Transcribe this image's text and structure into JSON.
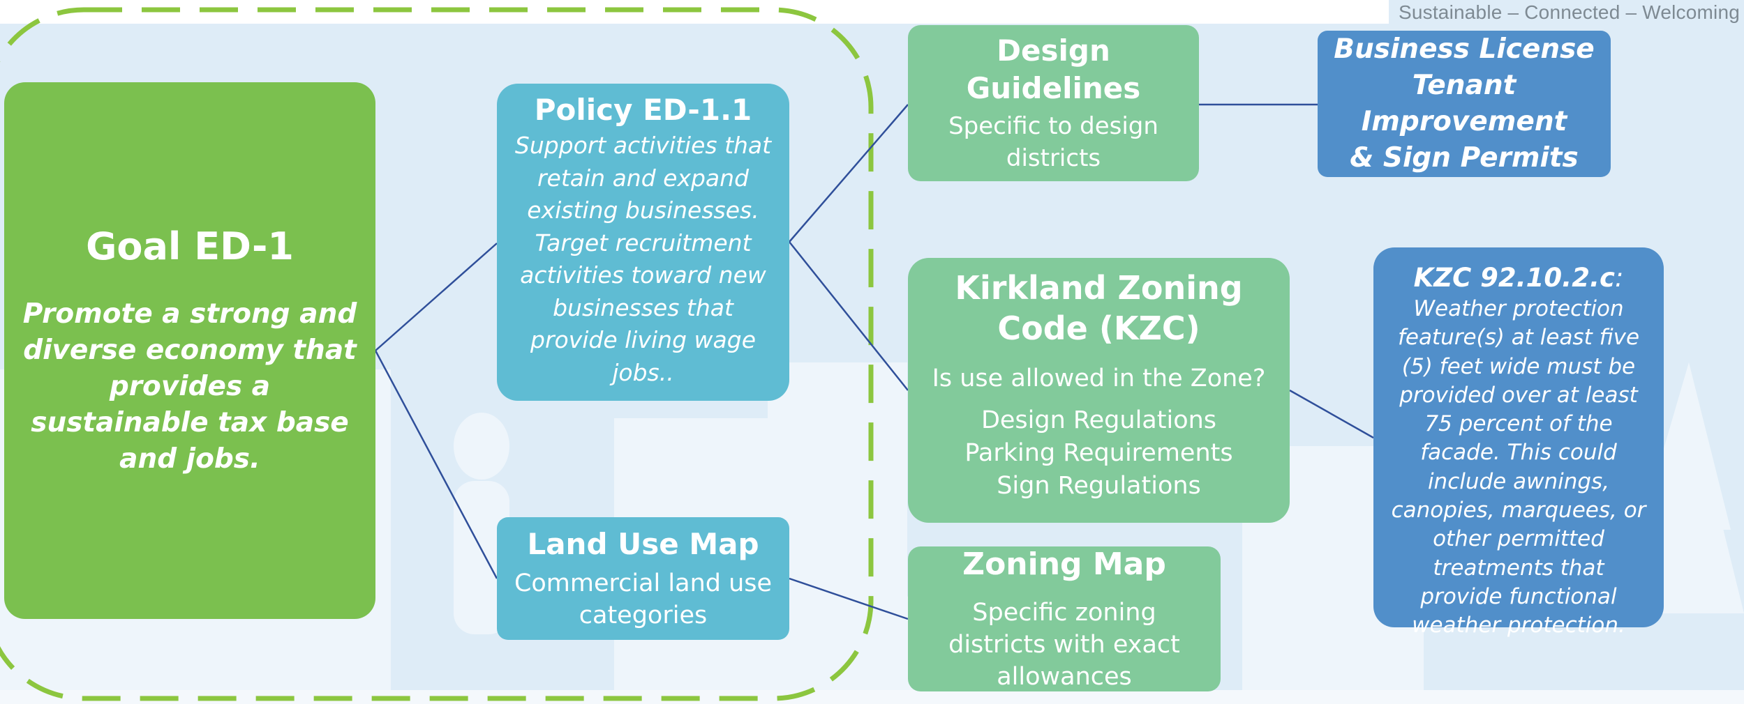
{
  "header": {
    "tagline": "Sustainable – Connected – Welcoming"
  },
  "goal": {
    "title": "Goal ED-1",
    "text": "Promote a strong and diverse economy that provides a sustainable tax base and jobs."
  },
  "policy": {
    "title": "Policy ED-1.1",
    "text": "Support activities that retain and expand existing businesses. Target recruitment activities toward new businesses that provide living wage jobs.."
  },
  "land_use_map": {
    "title": "Land Use Map",
    "text": "Commercial  land use categories"
  },
  "design_guidelines": {
    "title": "Design Guidelines",
    "text": "Specific to design districts"
  },
  "kzc": {
    "title": "Kirkland Zoning Code (KZC)",
    "question": "Is use allowed in the Zone?",
    "items": [
      "Design Regulations",
      "Parking Requirements",
      "Sign Regulations"
    ]
  },
  "zoning_map": {
    "title": "Zoning Map",
    "text": "Specific zoning districts with exact allowances"
  },
  "permits": {
    "lines": [
      "Business License",
      "Tenant",
      "Improvement",
      "& Sign Permits"
    ]
  },
  "kzc_detail": {
    "title": "KZC 92.10.2.c",
    "title_suffix": ":",
    "text": "Weather protection feature(s) at least five (5) feet wide must be provided over at least 75 percent of the facade. This could include awnings, canopies, marquees, or other permitted treatments that provide functional weather protection."
  },
  "colors": {
    "goal_green": "#7bc04f",
    "policy_teal": "#5fbcd3",
    "code_mint": "#82ca9b",
    "detail_blue": "#518fca",
    "dash_green": "#8cc63f",
    "connector_navy": "#2f4f9a"
  }
}
